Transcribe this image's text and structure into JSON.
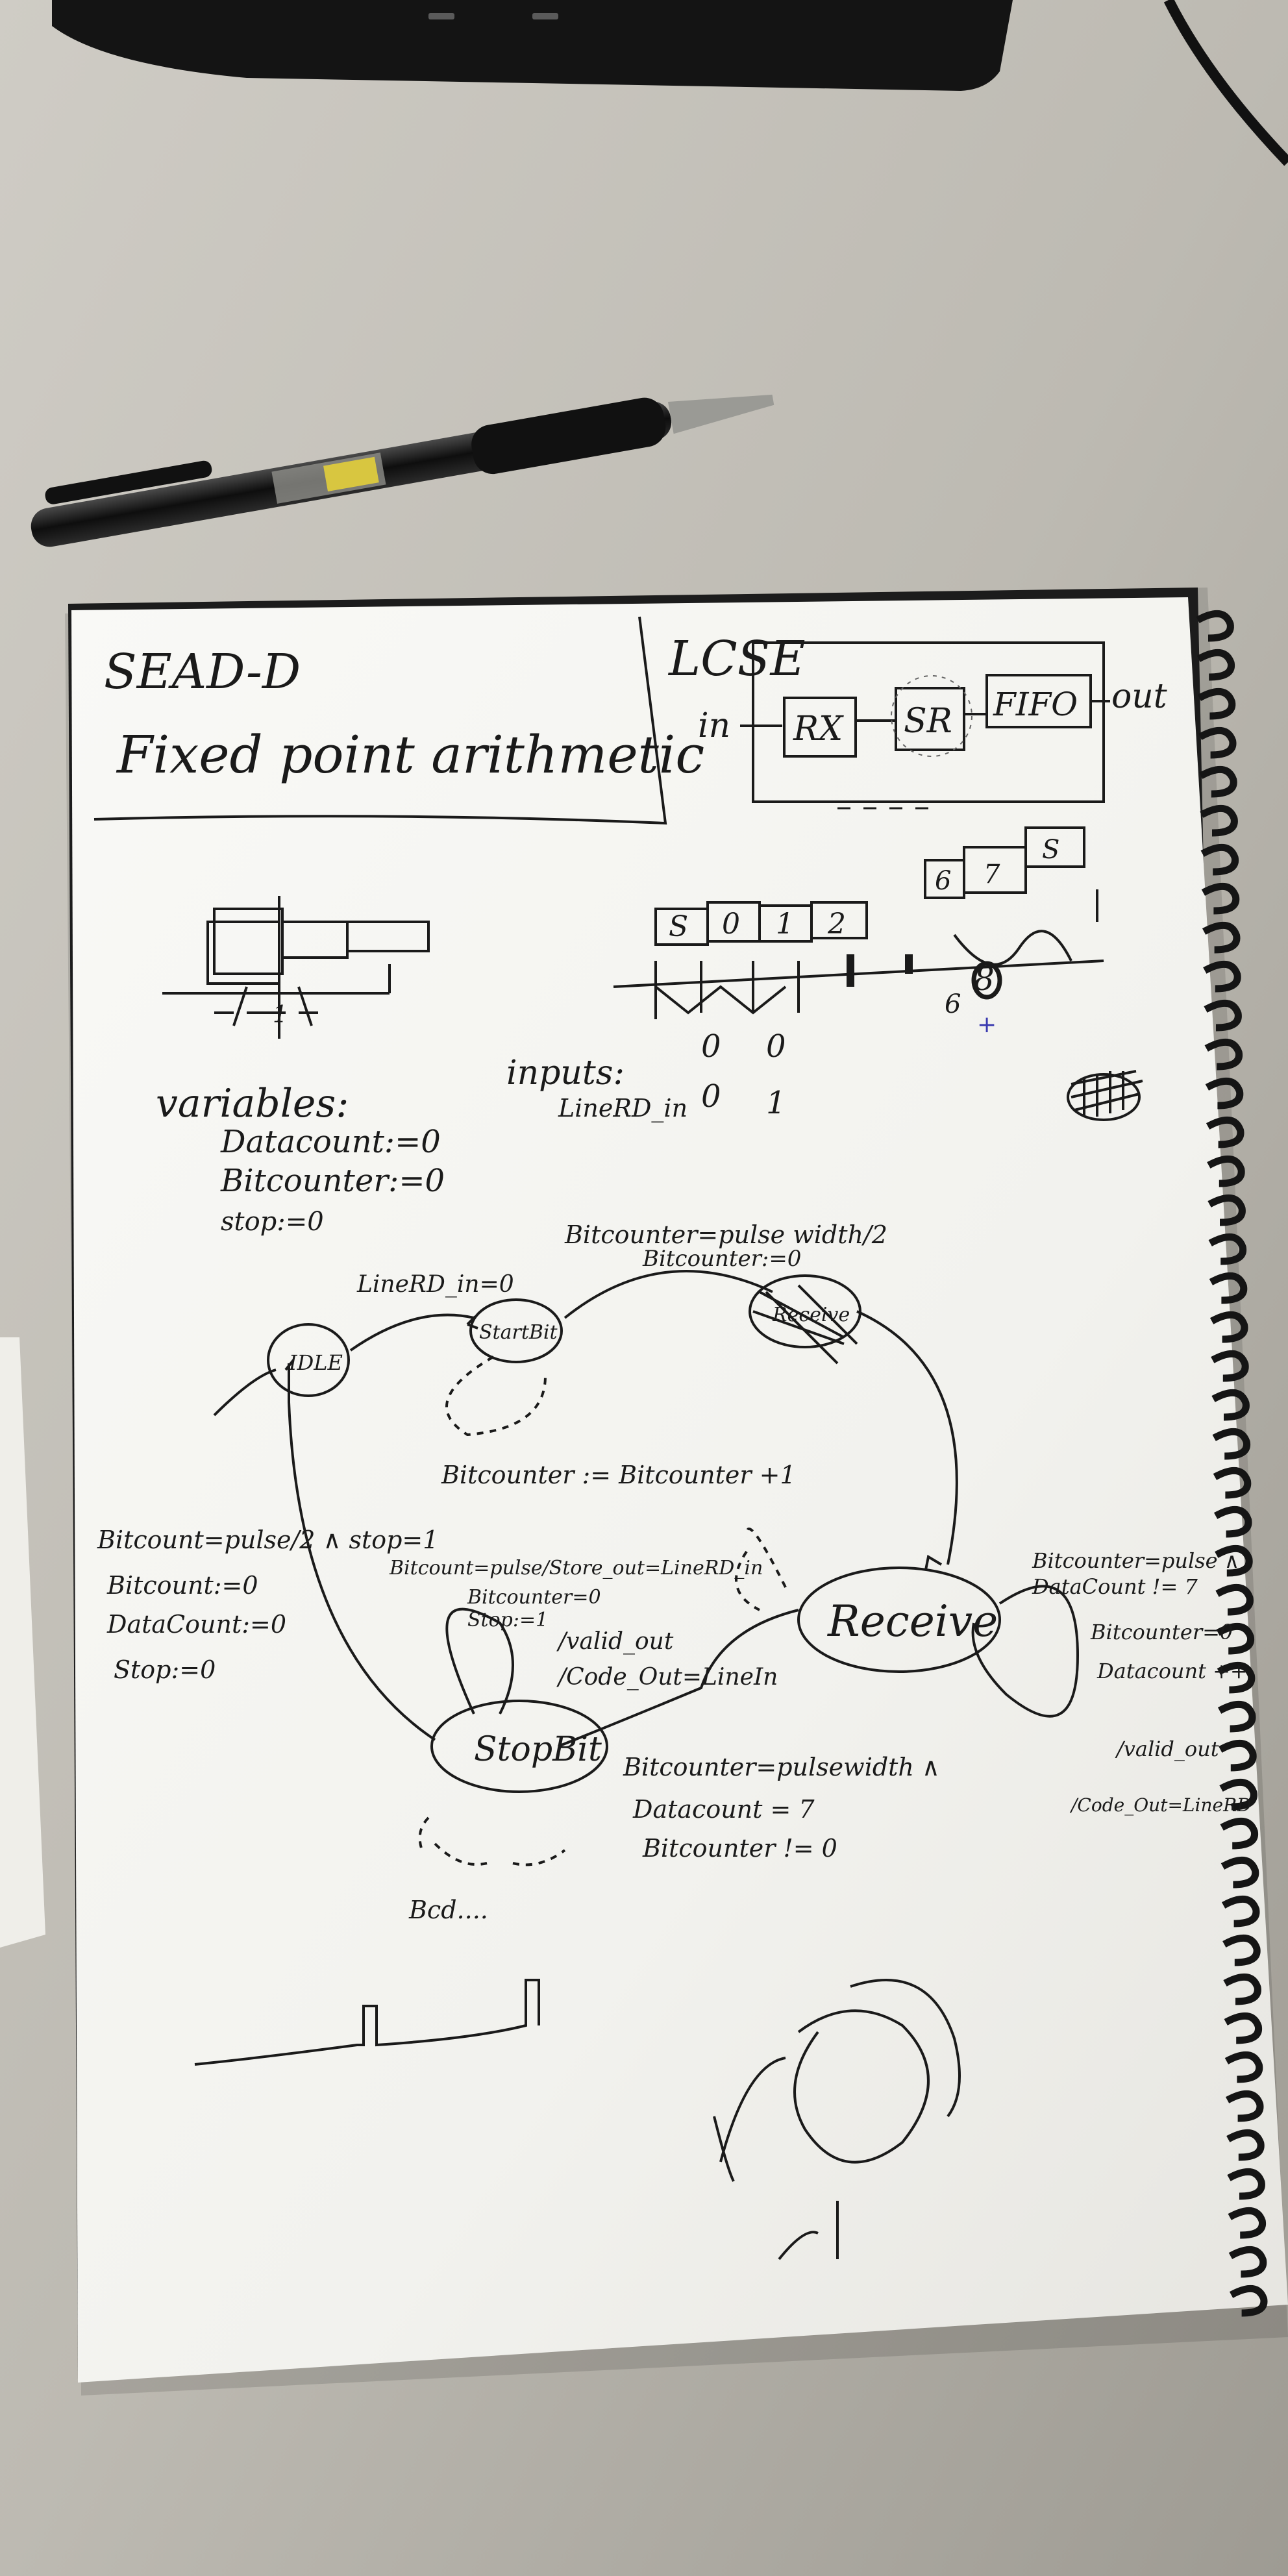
{
  "notes": {
    "box1_title": "SEAD-D",
    "box1_subtitle": "Fixed point arithmetic",
    "box2_title": "LCSE",
    "block_in": "in",
    "block_rx": "RX",
    "block_sr": "SR",
    "block_fifo": "FIFO",
    "block_out": "out",
    "seq_cells": [
      "S",
      "0",
      "1",
      "2"
    ],
    "seq_cells_end": [
      "6",
      "7",
      "S"
    ],
    "wave_label_6": "6",
    "wave_label_8": "8",
    "variables_title": "variables:",
    "variables": [
      "Datacount:=0",
      "Bitcounter:=0",
      "stop:=0"
    ],
    "inputs_title": "inputs:",
    "inputs_var": "LineRD_in",
    "inputs_values": [
      "0",
      "0",
      "0",
      "1"
    ],
    "state_idle": "IDLE",
    "state_start": "StartBit",
    "state_receive": "Receive",
    "state_stop": "StopBit",
    "label_idle_to_start": "LineRD_in=0",
    "label_start_to_receive_1": "Bitcounter=pulse width/2",
    "label_start_to_receive_2": "Bitcounter:=0",
    "label_start_loop": "Bitcounter := Bitcounter +1",
    "label_stop_to_idle": [
      "Bitcount=pulse/2 ∧ stop=1",
      "Bitcount:=0",
      "DataCount:=0",
      "Stop:=0"
    ],
    "label_stop_self": [
      "Bitcount=pulse/Store_out=LineRD_in",
      "Bitcounter=0",
      "Stop:=1"
    ],
    "label_receive_to_stop_1": "/valid_out",
    "label_receive_to_stop_2": "/Code_Out=LineIn",
    "label_receive_self": [
      "Bitcounter=pulse ∧",
      "DataCount != 7",
      "Bitcounter=0",
      "Datacount ++"
    ],
    "label_receive_self_out": [
      "/valid_out",
      "/Code_Out=LineRD"
    ],
    "label_to_stop": [
      "Bitcounter=pulsewidth ∧",
      "Datacount = 7",
      "Bitcounter != 0"
    ],
    "label_bottom": "Bcd....",
    "colors": {
      "ink": "#1a1a1a",
      "paper": "#f6f6f3",
      "desk": "#bebbb4",
      "pen_body": "#1c1c1c",
      "pen_accent": "#d8c640",
      "spiral": "#151515"
    }
  }
}
